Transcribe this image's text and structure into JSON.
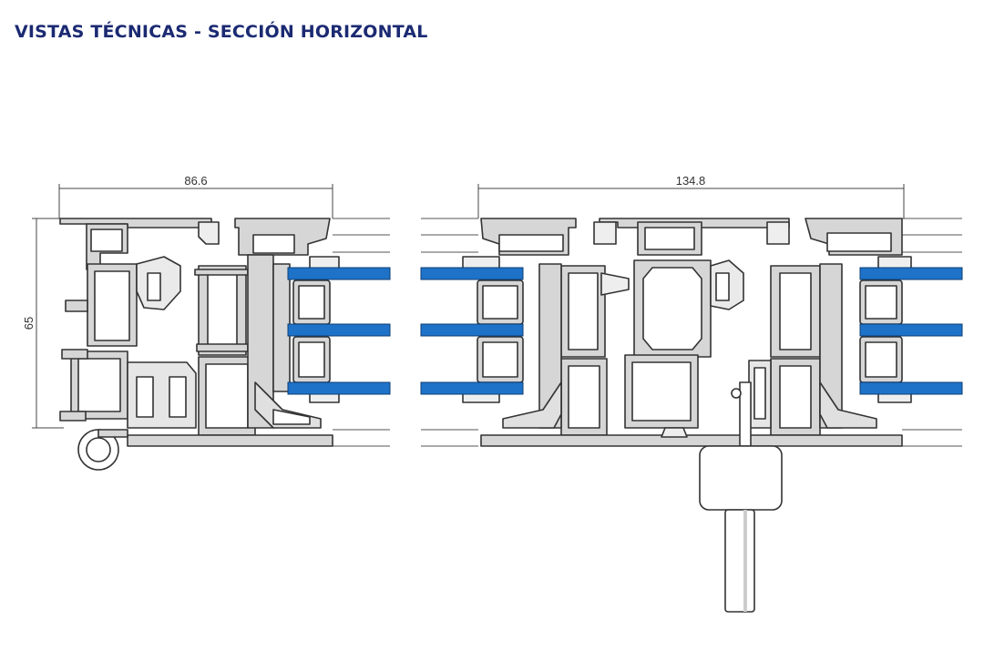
{
  "title": "VISTAS TÉCNICAS - SECCIÓN HORIZONTAL",
  "dimensions": {
    "left_width": "86.6",
    "right_width": "134.8",
    "height": "65"
  },
  "colors": {
    "title": "#1b2a72",
    "glass": "#1e73c8",
    "profile_fill": "#d4d4d4",
    "line": "#333333"
  }
}
